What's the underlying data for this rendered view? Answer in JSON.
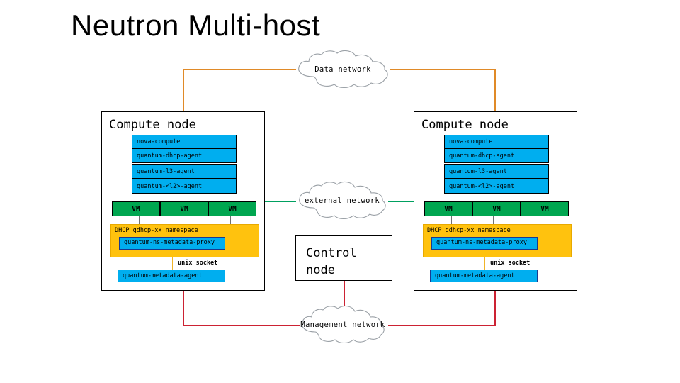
{
  "title": "Neutron Multi-host",
  "colors": {
    "data_network_link": "#E08A28",
    "external_network_link": "#00A060",
    "management_network_link": "#CC2233",
    "agent_box": "#00AEEF",
    "vm_box": "#00A650",
    "namespace_box": "#FFC20E",
    "unix_socket_link": "#F0B429",
    "vm_tap_link": "#707070",
    "node_border": "#000000"
  },
  "clouds": {
    "data": {
      "label": "Data network"
    },
    "external": {
      "label": "external network"
    },
    "management": {
      "label": "Management network"
    }
  },
  "control_node": {
    "line1": "Control",
    "line2": "node"
  },
  "nodes": [
    {
      "id": "left",
      "title": "Compute node",
      "agents": [
        "nova-compute",
        "quantum-dhcp-agent",
        "quantum-l3-agent",
        "quantum-<l2>-agent"
      ],
      "vms": [
        "VM",
        "VM",
        "VM"
      ],
      "namespace_label": "DHCP qdhcp-xx namespace",
      "proxy_label": "quantum-ns-metadata-proxy",
      "socket_label": "unix socket",
      "metadata_agent_label": "quantum-metadata-agent"
    },
    {
      "id": "right",
      "title": "Compute node",
      "agents": [
        "nova-compute",
        "quantum-dhcp-agent",
        "quantum-l3-agent",
        "quantum-<l2>-agent"
      ],
      "vms": [
        "VM",
        "VM",
        "VM"
      ],
      "namespace_label": "DHCP qdhcp-xx namespace",
      "proxy_label": "quantum-ns-metadata-proxy",
      "socket_label": "unix socket",
      "metadata_agent_label": "quantum-metadata-agent"
    }
  ]
}
